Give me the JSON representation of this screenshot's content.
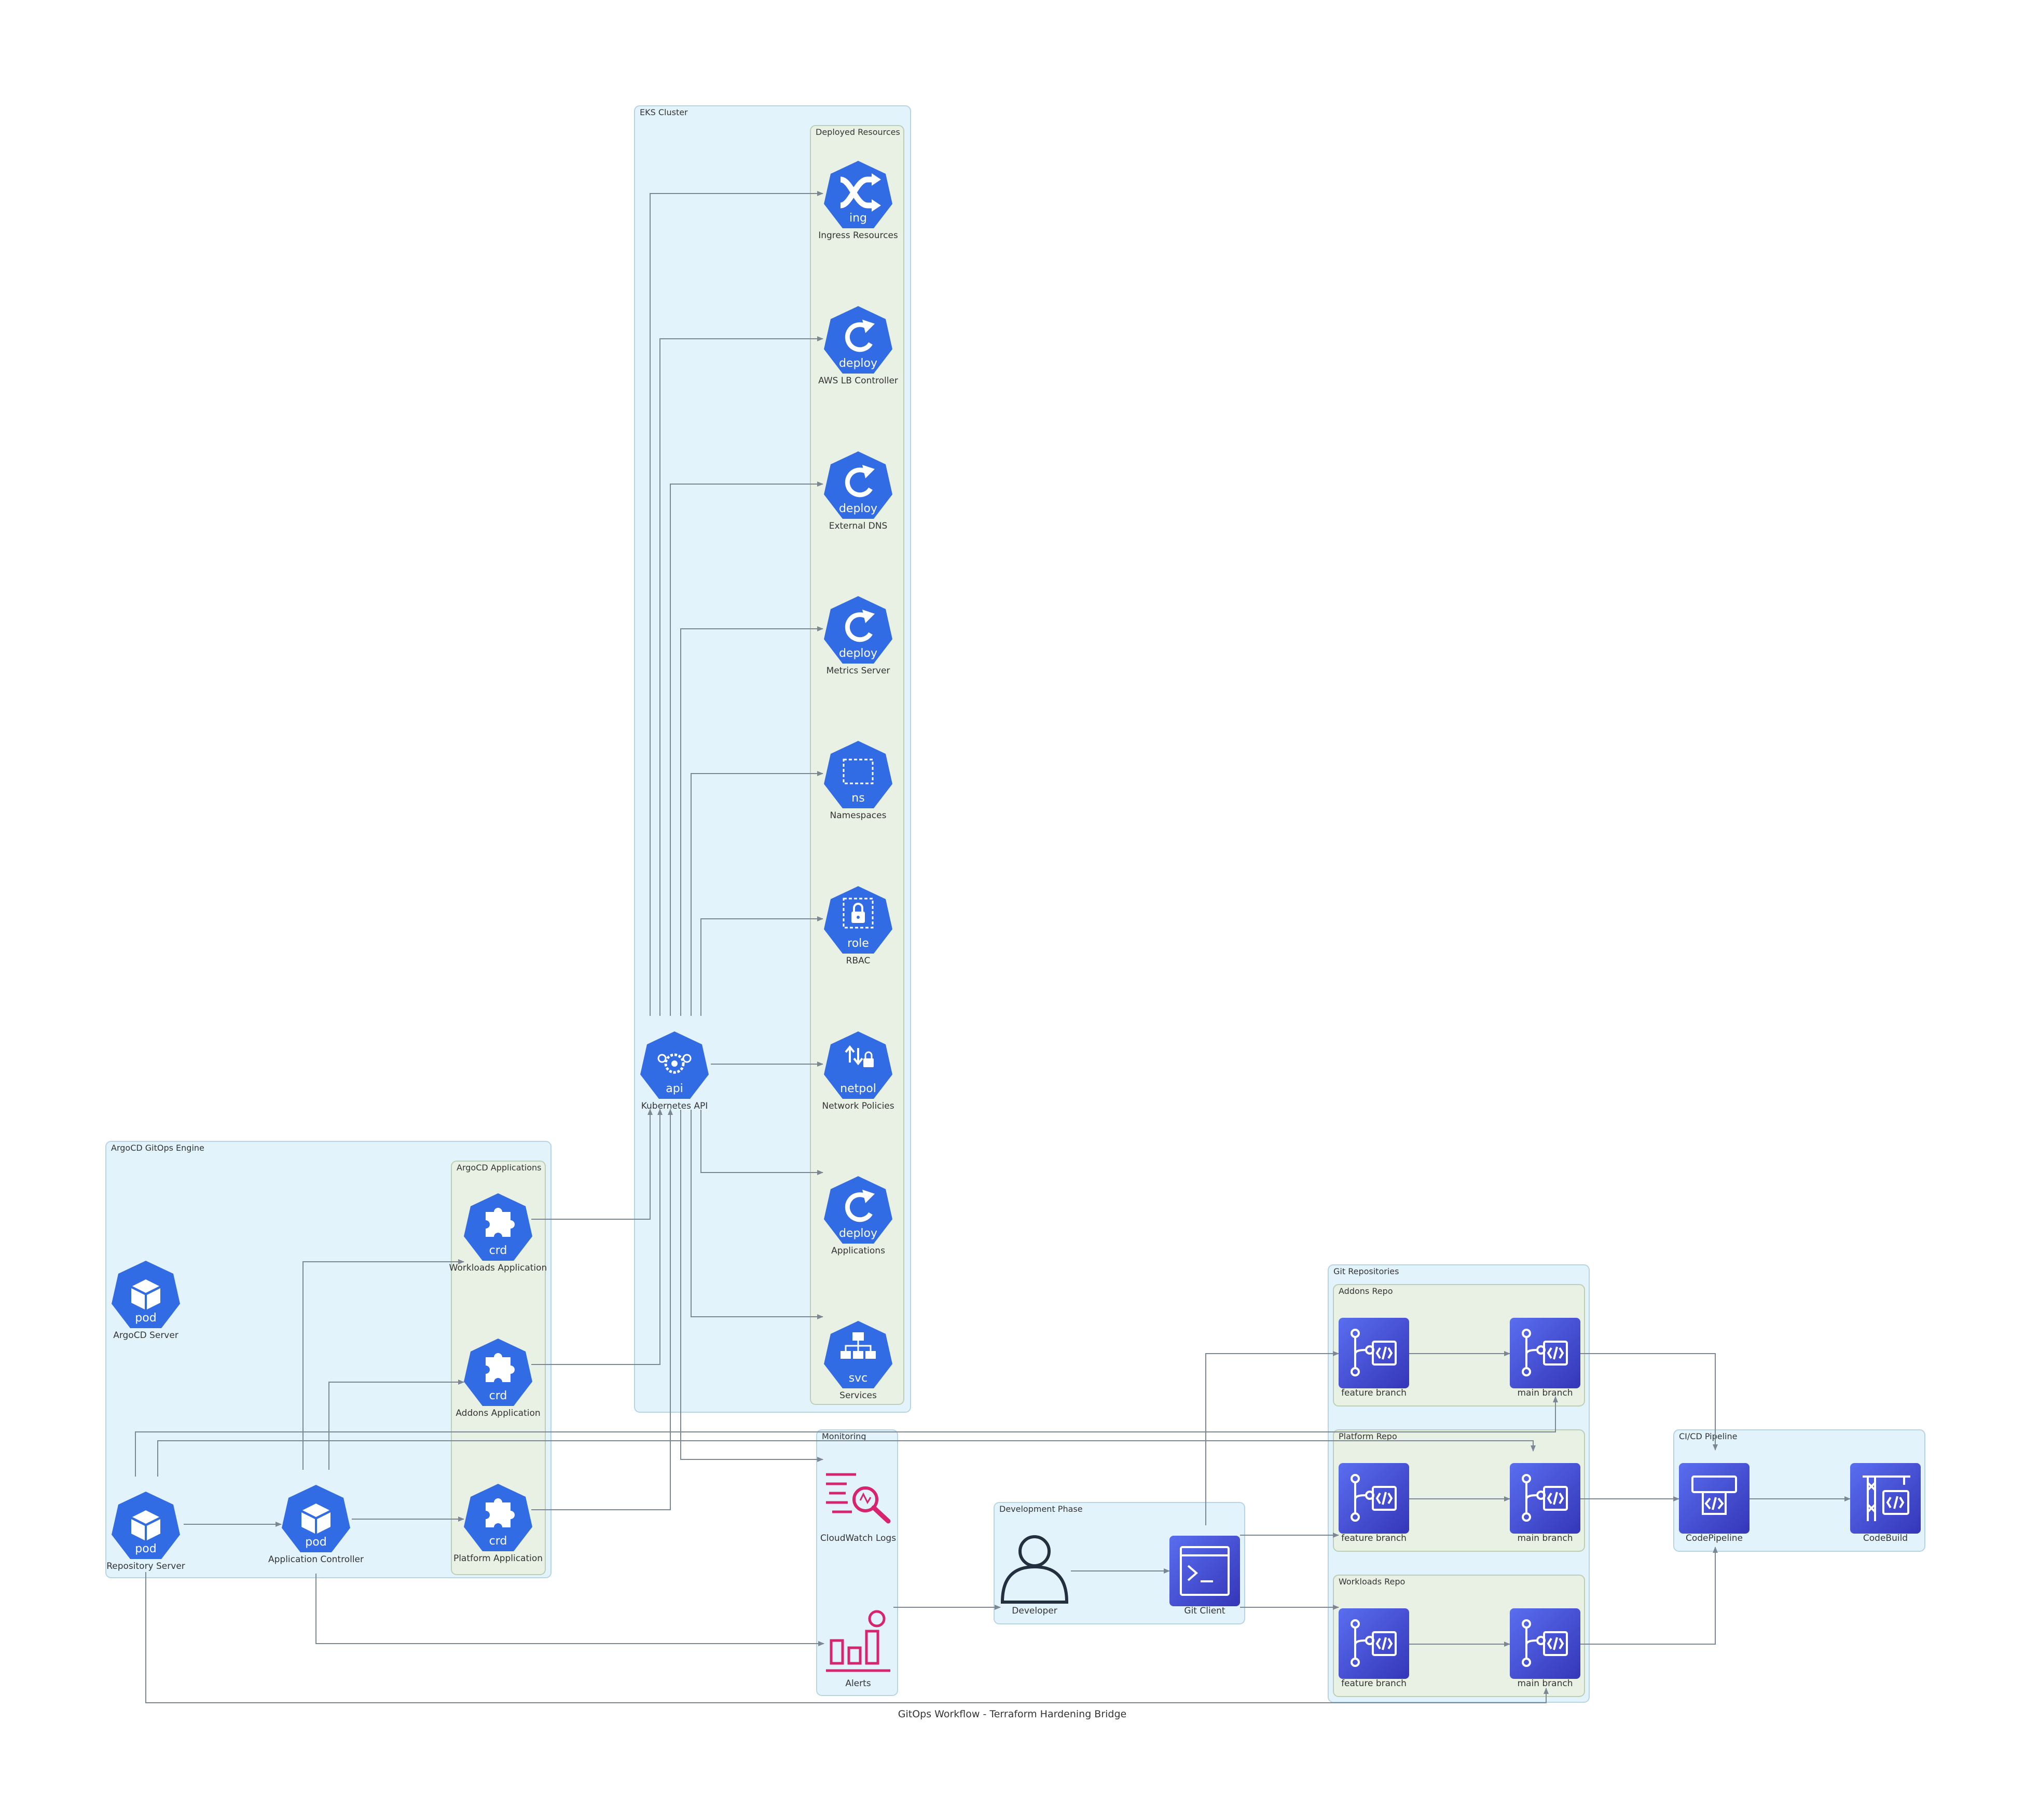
{
  "title": "GitOps Workflow - Terraform Hardening Bridge",
  "colors": {
    "k8s_blue": "#326ce5",
    "aws_dev_purple": "#4a57d6",
    "monitoring_pink": "#d6246e",
    "cluster_fill": "#e3f3fb",
    "inner_cluster_fill": "#e9f1e5",
    "edge": "#7c8794"
  },
  "clusters": {
    "eks": "EKS Cluster",
    "deployed": "Deployed Resources",
    "argocd_engine": "ArgoCD GitOps Engine",
    "argocd_apps": "ArgoCD Applications",
    "monitoring": "Monitoring",
    "dev_phase": "Development Phase",
    "git_repos": "Git Repositories",
    "addons_repo": "Addons Repo",
    "platform_repo": "Platform Repo",
    "workloads_repo": "Workloads Repo",
    "cicd": "CI/CD Pipeline"
  },
  "nodes": {
    "ingress": {
      "label": "Ingress Resources",
      "tag": "ing",
      "icon": "shuffle-icon"
    },
    "awslb": {
      "label": "AWS LB Controller",
      "tag": "deploy",
      "icon": "deploy-refresh-icon"
    },
    "extdns": {
      "label": "External DNS",
      "tag": "deploy",
      "icon": "deploy-refresh-icon"
    },
    "metrics": {
      "label": "Metrics Server",
      "tag": "deploy",
      "icon": "deploy-refresh-icon"
    },
    "namespaces": {
      "label": "Namespaces",
      "tag": "ns",
      "icon": "namespace-icon"
    },
    "rbac": {
      "label": "RBAC",
      "tag": "role",
      "icon": "lock-icon"
    },
    "netpol": {
      "label": "Network Policies",
      "tag": "netpol",
      "icon": "network-policy-icon"
    },
    "applications": {
      "label": "Applications",
      "tag": "deploy",
      "icon": "deploy-refresh-icon"
    },
    "services": {
      "label": "Services",
      "tag": "svc",
      "icon": "service-tree-icon"
    },
    "kubeapi": {
      "label": "Kubernetes API",
      "tag": "api",
      "icon": "api-gear-icon"
    },
    "argoserver": {
      "label": "ArgoCD Server",
      "tag": "pod",
      "icon": "cube-icon"
    },
    "reposerver": {
      "label": "Repository Server",
      "tag": "pod",
      "icon": "cube-icon"
    },
    "appcontroller": {
      "label": "Application Controller",
      "tag": "pod",
      "icon": "cube-icon"
    },
    "workloadsapp": {
      "label": "Workloads Application",
      "tag": "crd",
      "icon": "puzzle-icon"
    },
    "addonsapp": {
      "label": "Addons Application",
      "tag": "crd",
      "icon": "puzzle-icon"
    },
    "platformapp": {
      "label": "Platform Application",
      "tag": "crd",
      "icon": "puzzle-icon"
    },
    "cwlogs": {
      "label": "CloudWatch Logs",
      "icon": "cloudwatch-logs-icon"
    },
    "alerts": {
      "label": "Alerts",
      "icon": "alarm-chart-icon"
    },
    "developer": {
      "label": "Developer",
      "icon": "user-icon"
    },
    "gitclient": {
      "label": "Git Client",
      "icon": "terminal-icon"
    },
    "addons_feature": {
      "label": "feature branch",
      "icon": "codecommit-icon"
    },
    "addons_main": {
      "label": "main branch",
      "icon": "codecommit-icon"
    },
    "platform_feature": {
      "label": "feature branch",
      "icon": "codecommit-icon"
    },
    "platform_main": {
      "label": "main branch",
      "icon": "codecommit-icon"
    },
    "workloads_feature": {
      "label": "feature branch",
      "icon": "codecommit-icon"
    },
    "workloads_main": {
      "label": "main branch",
      "icon": "codecommit-icon"
    },
    "codepipeline": {
      "label": "CodePipeline",
      "icon": "codepipeline-icon"
    },
    "codebuild": {
      "label": "CodeBuild",
      "icon": "codebuild-icon"
    }
  }
}
